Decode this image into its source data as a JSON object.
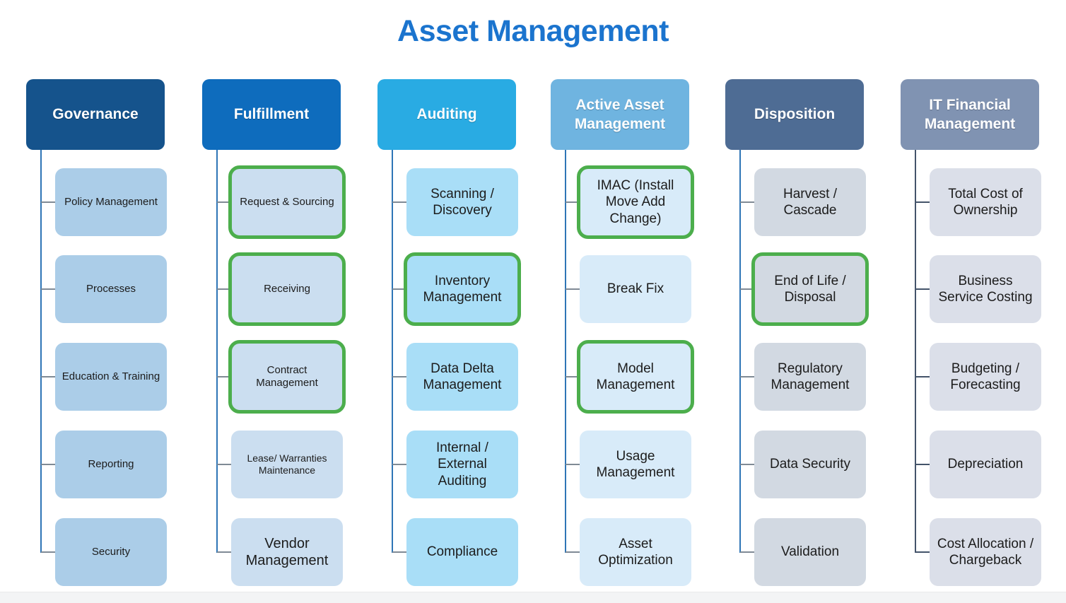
{
  "title": "Asset Management",
  "colors": {
    "title": "#1B74CE",
    "highlight_border": "#4CAE4C"
  },
  "columns": [
    {
      "label": "Governance",
      "colors": {
        "header_bg": "#15538C",
        "item_bg": "#ABCDE8",
        "line": "#2E75B6",
        "stub": "#7F8A95"
      },
      "items": [
        {
          "label": "Policy Management",
          "highlighted": false
        },
        {
          "label": "Processes",
          "highlighted": false
        },
        {
          "label": "Education & Training",
          "highlighted": false
        },
        {
          "label": "Reporting",
          "highlighted": false
        },
        {
          "label": "Security",
          "highlighted": false
        }
      ]
    },
    {
      "label": "Fulfillment",
      "colors": {
        "header_bg": "#0E6CBD",
        "item_bg": "#CBDEF0",
        "line": "#2E75B6",
        "stub": "#7F8A95"
      },
      "items": [
        {
          "label": "Request & Sourcing",
          "highlighted": true
        },
        {
          "label": "Receiving",
          "highlighted": true
        },
        {
          "label": "Contract Management",
          "highlighted": true
        },
        {
          "label": "Lease/ Warranties Maintenance",
          "highlighted": false
        },
        {
          "label": "Vendor Management",
          "highlighted": false
        }
      ]
    },
    {
      "label": "Auditing",
      "colors": {
        "header_bg": "#29ABE3",
        "item_bg": "#A9DEF7",
        "line": "#2E75B6",
        "stub": "#7F8A95"
      },
      "items": [
        {
          "label": "Scanning / Discovery",
          "highlighted": false
        },
        {
          "label": "Inventory Management",
          "highlighted": true
        },
        {
          "label": "Data Delta Management",
          "highlighted": false
        },
        {
          "label": "Internal / External Auditing",
          "highlighted": false
        },
        {
          "label": "Compliance",
          "highlighted": false
        }
      ]
    },
    {
      "label": "Active Asset Management",
      "colors": {
        "header_bg": "#6FB4E0",
        "item_bg": "#D8EBF9",
        "line": "#2E75B6",
        "stub": "#7F8A95"
      },
      "items": [
        {
          "label": "IMAC (Install Move Add Change)",
          "highlighted": true
        },
        {
          "label": "Break Fix",
          "highlighted": false
        },
        {
          "label": "Model Management",
          "highlighted": true
        },
        {
          "label": "Usage Management",
          "highlighted": false
        },
        {
          "label": "Asset Optimization",
          "highlighted": false
        }
      ]
    },
    {
      "label": "Disposition",
      "colors": {
        "header_bg": "#4E6C94",
        "item_bg": "#D2D9E2",
        "line": "#2E75B6",
        "stub": "#7F8A95"
      },
      "items": [
        {
          "label": "Harvest / Cascade",
          "highlighted": false
        },
        {
          "label": "End of Life / Disposal",
          "highlighted": true
        },
        {
          "label": "Regulatory Management",
          "highlighted": false
        },
        {
          "label": "Data Security",
          "highlighted": false
        },
        {
          "label": "Validation",
          "highlighted": false
        }
      ]
    },
    {
      "label": "IT Financial Management",
      "colors": {
        "header_bg": "#8093B2",
        "item_bg": "#DBDFE9",
        "line": "#44546A",
        "stub": "#44546A"
      },
      "items": [
        {
          "label": "Total Cost of Ownership",
          "highlighted": false
        },
        {
          "label": "Business Service Costing",
          "highlighted": false
        },
        {
          "label": "Budgeting / Forecasting",
          "highlighted": false
        },
        {
          "label": "Depreciation",
          "highlighted": false
        },
        {
          "label": "Cost Allocation / Chargeback",
          "highlighted": false
        }
      ]
    }
  ]
}
